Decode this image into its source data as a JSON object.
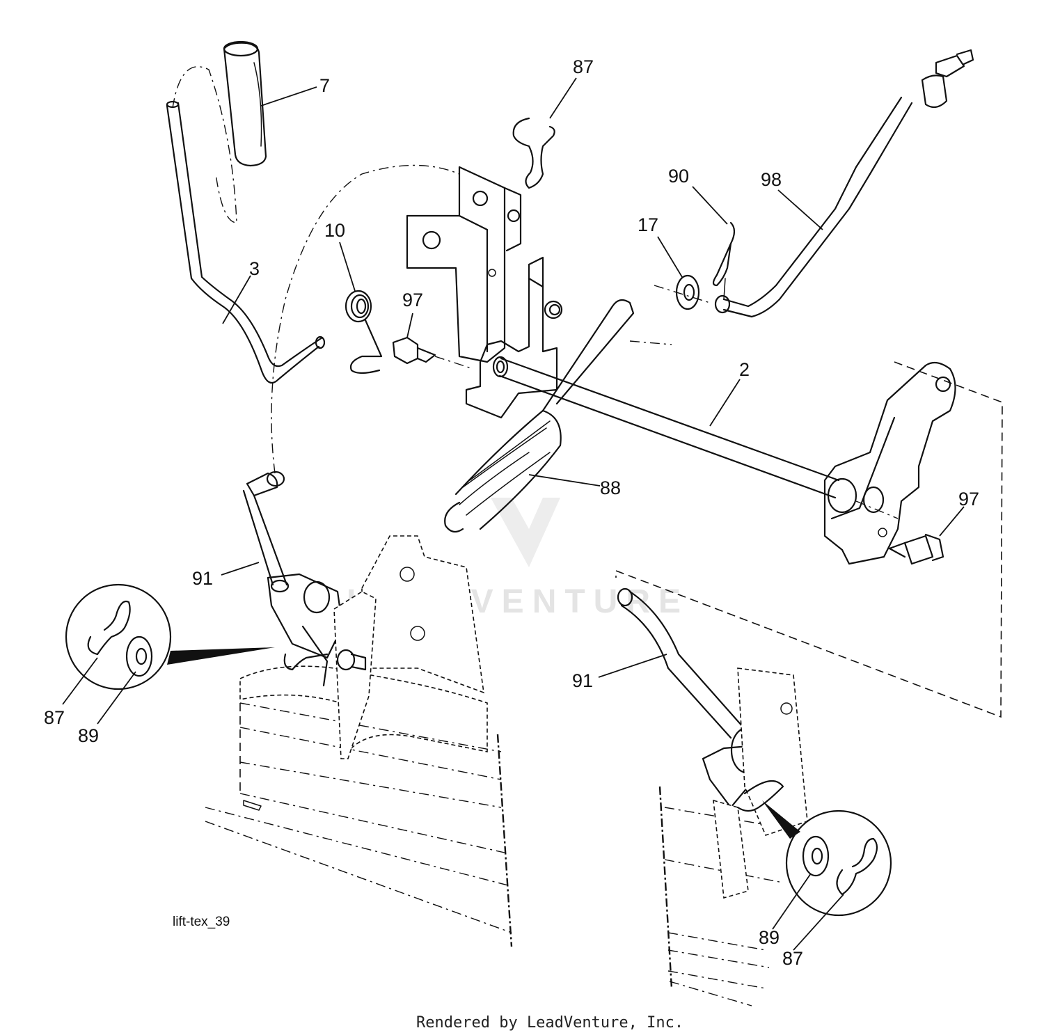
{
  "diagram": {
    "reference_code": "lift-tex_39",
    "credit": "Rendered by LeadVenture, Inc.",
    "watermark": "LEADVENTURE",
    "callouts": [
      {
        "id": "c-7",
        "label": "7"
      },
      {
        "id": "c-87-top",
        "label": "87"
      },
      {
        "id": "c-90",
        "label": "90"
      },
      {
        "id": "c-98",
        "label": "98"
      },
      {
        "id": "c-17",
        "label": "17"
      },
      {
        "id": "c-10",
        "label": "10"
      },
      {
        "id": "c-3",
        "label": "3"
      },
      {
        "id": "c-97-left",
        "label": "97"
      },
      {
        "id": "c-2",
        "label": "2"
      },
      {
        "id": "c-88",
        "label": "88"
      },
      {
        "id": "c-97-right",
        "label": "97"
      },
      {
        "id": "c-91-left",
        "label": "91"
      },
      {
        "id": "c-91-right",
        "label": "91"
      },
      {
        "id": "c-87-left",
        "label": "87"
      },
      {
        "id": "c-89-left",
        "label": "89"
      },
      {
        "id": "c-89-right",
        "label": "89"
      },
      {
        "id": "c-87-right",
        "label": "87"
      }
    ]
  }
}
